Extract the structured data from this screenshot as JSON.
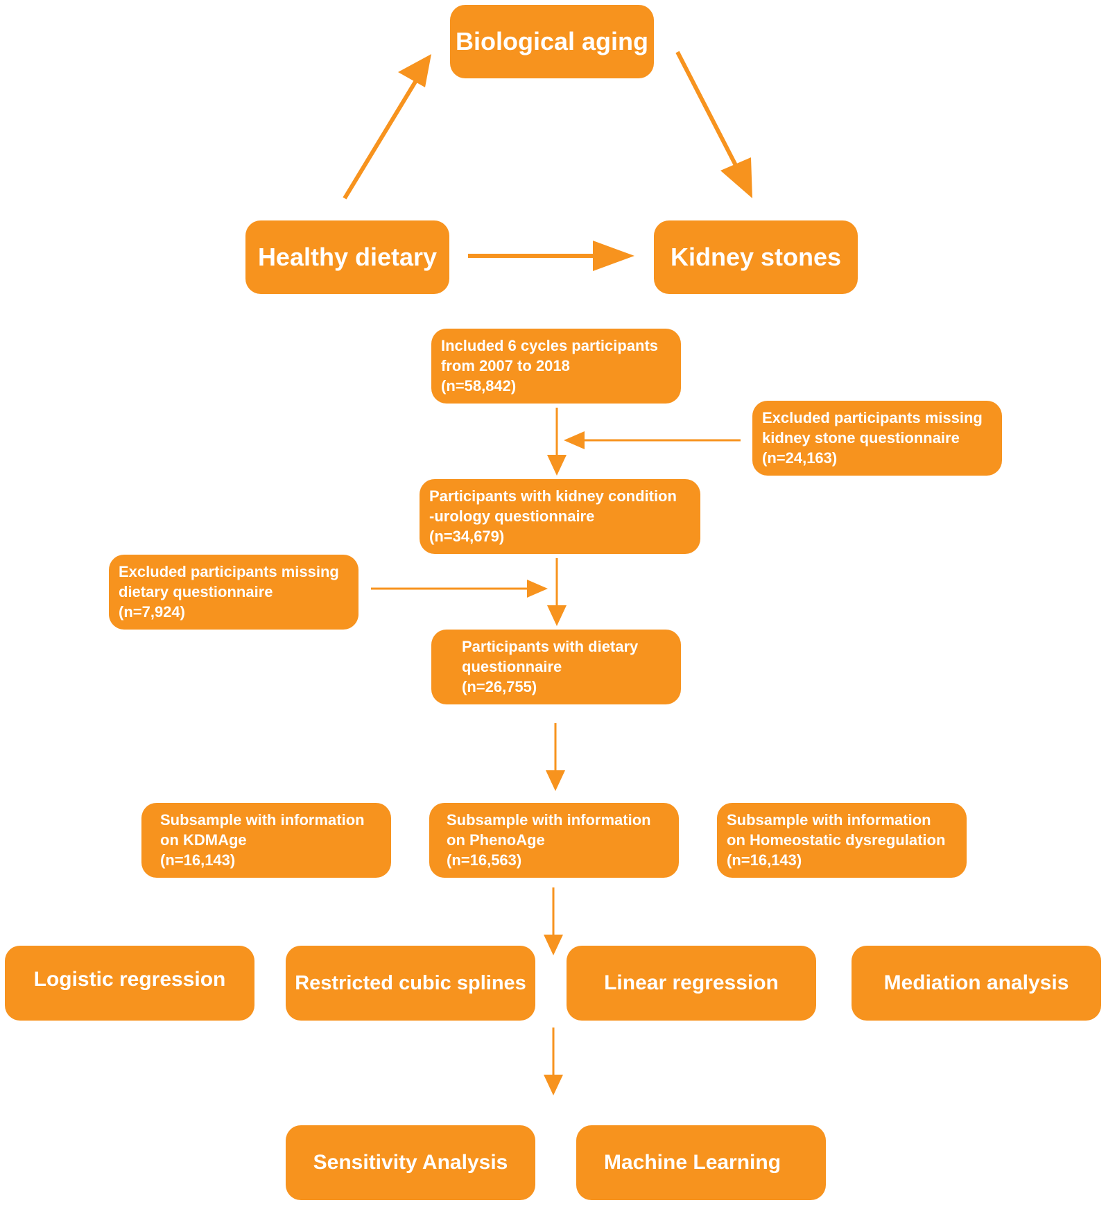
{
  "colors": {
    "accent": "#f7931e",
    "text": "#ffffff"
  },
  "concept": {
    "biological_aging": "Biological aging",
    "healthy_dietary": "Healthy dietary",
    "kidney_stones": "Kidney stones"
  },
  "flow": {
    "included": {
      "line1": "Included 6 cycles participants",
      "line2": "from 2007 to 2018",
      "line3": "(n=58,842)"
    },
    "excluded_kidney": {
      "line1": "Excluded participants missing",
      "line2": "kidney stone questionnaire",
      "line3": "(n=24,163)"
    },
    "kidney_condition": {
      "line1": "Participants with kidney condition",
      "line2": "-urology  questionnaire",
      "line3": "(n=34,679)"
    },
    "excluded_dietary": {
      "line1": "Excluded participants missing",
      "line2": "dietary questionnaire",
      "line3": "(n=7,924)"
    },
    "dietary": {
      "line1": "Participants with dietary",
      "line2": "questionnaire",
      "line3": "(n=26,755)"
    },
    "subsample_kdm": {
      "line1": "Subsample with information",
      "line2": "on KDMAge",
      "line3": "(n=16,143)"
    },
    "subsample_pheno": {
      "line1": "Subsample with information",
      "line2": "on PhenoAge",
      "line3": "(n=16,563)"
    },
    "subsample_hd": {
      "line1": "Subsample with information",
      "line2": "on Homeostatic dysregulation",
      "line3": "(n=16,143)"
    }
  },
  "methods": {
    "logistic": "Logistic regression",
    "rcs": "Restricted cubic splines",
    "linear": "Linear regression",
    "mediation": "Mediation analysis"
  },
  "final": {
    "sensitivity": "Sensitivity Analysis",
    "ml": "Machine Learning"
  }
}
